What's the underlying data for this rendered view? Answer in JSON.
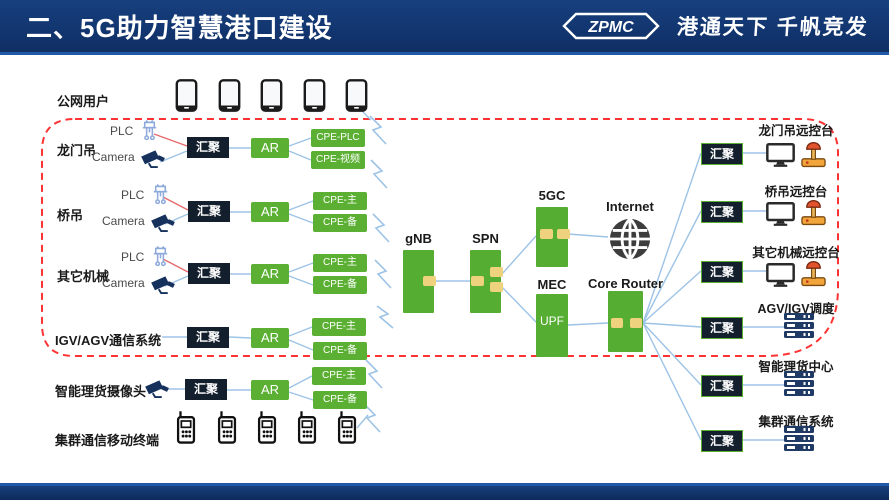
{
  "header": {
    "title": "二、5G助力智慧港口建设",
    "logo": "ZPMC",
    "slogan": "港通天下 千帆竞发"
  },
  "colors": {
    "header_navy": "#12356f",
    "accent_blue": "#1f5aa8",
    "box_green": "#5bb033",
    "dark_box": "#141f2d",
    "line_blue": "#9dc3e6",
    "dashed_red": "#ff3333",
    "port_yellow": "#eed27e",
    "server_navy": "#203a66",
    "joystick_orange": "#f2a53a",
    "joystick_cap_red": "#e2542e"
  },
  "diagram": {
    "public_users_label": "公网用户",
    "trunking_terminal_label": "集群通信移动终端",
    "left_rows": [
      {
        "label": "龙门吊",
        "plc_label": "PLC",
        "camera_label": "Camera",
        "aggregation": "汇聚",
        "router": "AR",
        "cpe_top": "CPE-PLC",
        "cpe_bottom": "CPE-视频"
      },
      {
        "label": "桥吊",
        "plc_label": "PLC",
        "camera_label": "Camera",
        "aggregation": "汇聚",
        "router": "AR",
        "cpe_top": "CPE-主",
        "cpe_bottom": "CPE-备"
      },
      {
        "label": "其它机械",
        "plc_label": "PLC",
        "camera_label": "Camera",
        "aggregation": "汇聚",
        "router": "AR",
        "cpe_top": "CPE-主",
        "cpe_bottom": "CPE-备"
      },
      {
        "label": "IGV/AGV通信系统",
        "aggregation": "汇聚",
        "router": "AR",
        "cpe_top": "CPE-主",
        "cpe_bottom": "CPE-备"
      },
      {
        "label": "智能理货摄像头",
        "aggregation": "汇聚",
        "router": "AR",
        "cpe_top": "CPE-主",
        "cpe_bottom": "CPE-备"
      }
    ],
    "core": {
      "gnb": "gNB",
      "spn": "SPN",
      "five_gc": "5GC",
      "mec": "MEC",
      "upf": "UPF",
      "internet": "Internet",
      "core_router": "Core Router"
    },
    "right_rows": [
      {
        "aggregation": "汇聚",
        "label": "龙门吊远控台",
        "icon": "remote-console"
      },
      {
        "aggregation": "汇聚",
        "label": "桥吊远控台",
        "icon": "remote-console"
      },
      {
        "aggregation": "汇聚",
        "label": "其它机械远控台",
        "icon": "remote-console"
      },
      {
        "aggregation": "汇聚",
        "label": "AGV/IGV调度",
        "icon": "server-stack"
      },
      {
        "aggregation": "汇聚",
        "label": "智能理货中心",
        "icon": "server-stack"
      },
      {
        "aggregation": "汇聚",
        "label": "集群通信系统",
        "icon": "server-stack"
      }
    ]
  }
}
